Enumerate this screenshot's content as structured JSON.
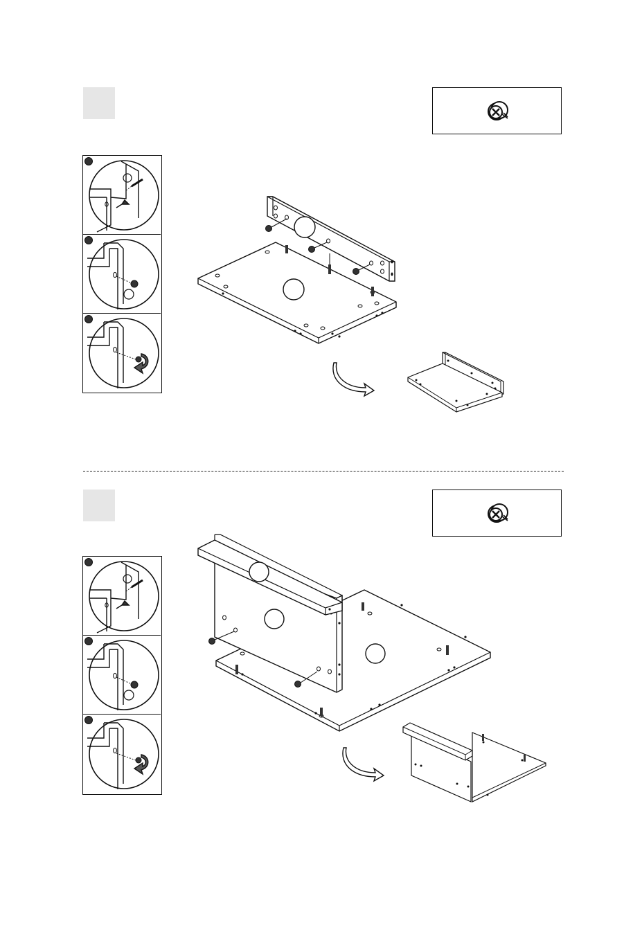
{
  "page": {
    "steps": [
      {
        "id": "step-a",
        "parts_icon": "cam-lock-icon",
        "details": [
          "detail-insert-dowel",
          "detail-insert-cam",
          "detail-tighten-cam"
        ],
        "result_arrow": "curved-arrow-icon"
      },
      {
        "id": "step-b",
        "parts_icon": "cam-lock-icon",
        "details": [
          "detail-insert-dowel",
          "detail-insert-cam",
          "detail-tighten-cam"
        ],
        "result_arrow": "curved-arrow-icon"
      }
    ],
    "colors": {
      "line": "#111111",
      "step_box": "#e6e6e6",
      "fill_dark": "#333333"
    }
  }
}
